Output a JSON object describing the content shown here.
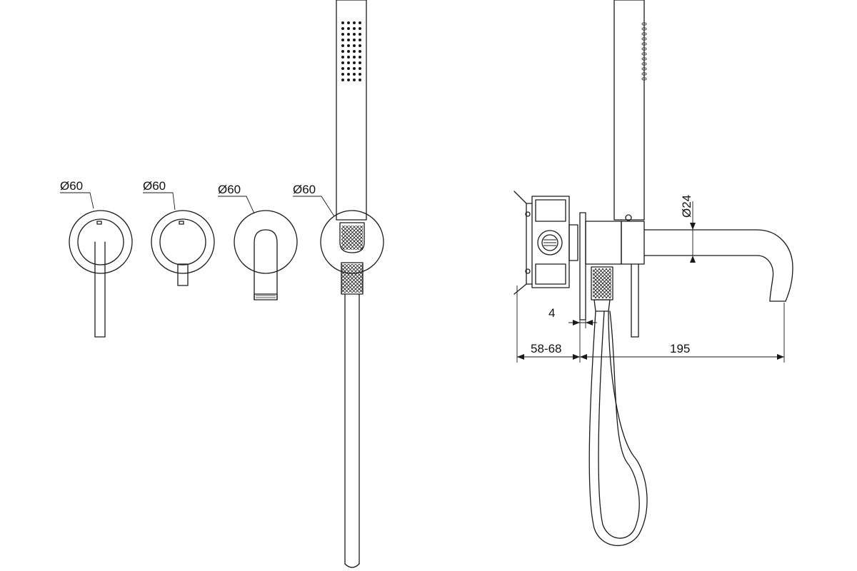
{
  "front_view": {
    "diameter_labels": [
      "Ø60",
      "Ø60",
      "Ø60",
      "Ø60"
    ]
  },
  "side_view": {
    "pipe_diameter": "Ø24",
    "plate_thickness": "4",
    "wall_depth": "58-68",
    "spout_projection": "195"
  },
  "colors": {
    "line": "#1a1a1a",
    "background": "#ffffff"
  }
}
